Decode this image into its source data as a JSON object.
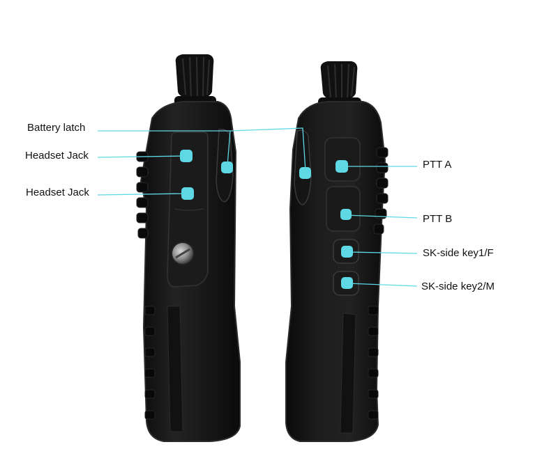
{
  "colors": {
    "background": "#ffffff",
    "radio_body": "#141414",
    "radio_edge": "#2b2b2b",
    "marker": "#5fd8e6",
    "leader": "#5fd8e6",
    "label_text": "#111111"
  },
  "left_radio": {
    "labels": {
      "battery_latch": "Battery latch",
      "headset_jack_top": "Headset Jack",
      "headset_jack_bottom": "Headset Jack"
    }
  },
  "right_radio": {
    "labels": {
      "ptt_a": "PTT A",
      "ptt_b": "PTT B",
      "sk_key1": "SK-side key1/F",
      "sk_key2": "SK-side key2/M"
    }
  },
  "icons": {
    "marker": "square-marker-icon",
    "knob": "antenna-knob-icon",
    "screw": "screw-icon"
  }
}
